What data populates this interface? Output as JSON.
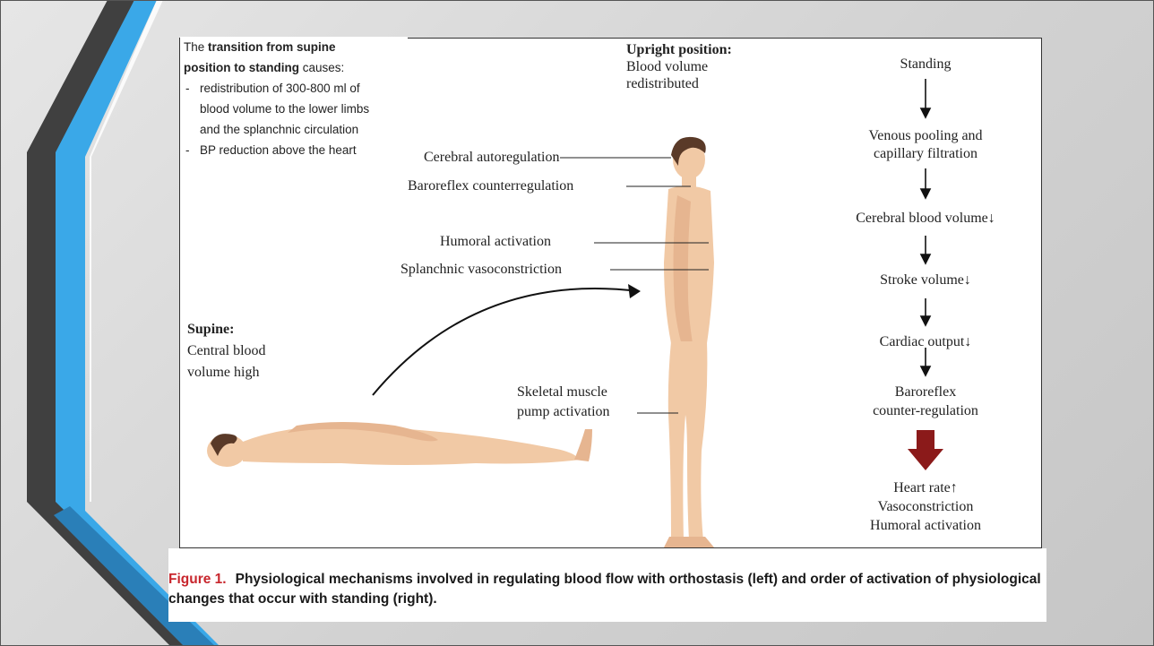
{
  "intro": {
    "line1_prefix": "The ",
    "line1_bold": "transition from supine",
    "line2_bold": "position to standing",
    "line2_suffix": " causes:",
    "bullet1_a": "redistribution of 300-800 ml of",
    "bullet1_b": "blood volume to the lower limbs",
    "bullet1_c": "and the splanchnic circulation",
    "bullet2": "BP reduction above the heart"
  },
  "upright": {
    "heading": "Upright position:",
    "line2": "Blood volume",
    "line3": "redistributed"
  },
  "supine": {
    "heading": "Supine:",
    "line2": "Central blood",
    "line3": "volume high"
  },
  "labels": {
    "cerebral_autoregulation": "Cerebral autoregulation",
    "baroreflex_counterregulation": "Baroreflex counterregulation",
    "humoral_activation": "Humoral activation",
    "splanchnic_vasoconstriction": "Splanchnic vasoconstriction",
    "skeletal_1": "Skeletal muscle",
    "skeletal_2": "pump activation"
  },
  "flow": {
    "standing": "Standing",
    "venous_1": "Venous pooling and",
    "venous_2": "capillary filtration",
    "cerebral": "Cerebral blood volume↓",
    "stroke": "Stroke volume↓",
    "cardiac": "Cardiac output↓",
    "baro_1": "Baroreflex",
    "baro_2": "counter-regulation",
    "hr": "Heart rate↑",
    "vaso": "Vasoconstriction",
    "humoral": "Humoral activation"
  },
  "caption": {
    "label": "Figure 1.",
    "text": "Physiological mechanisms involved in regulating blood flow with orthostasis (left) and order of activation of physiological changes that occur with standing (right)."
  },
  "colors": {
    "skin": "#f1c9a5",
    "skin_shade": "#dba784",
    "hair": "#5a3a28",
    "big_arrow": "#8b1a1a",
    "fig_label": "#c8262d"
  }
}
